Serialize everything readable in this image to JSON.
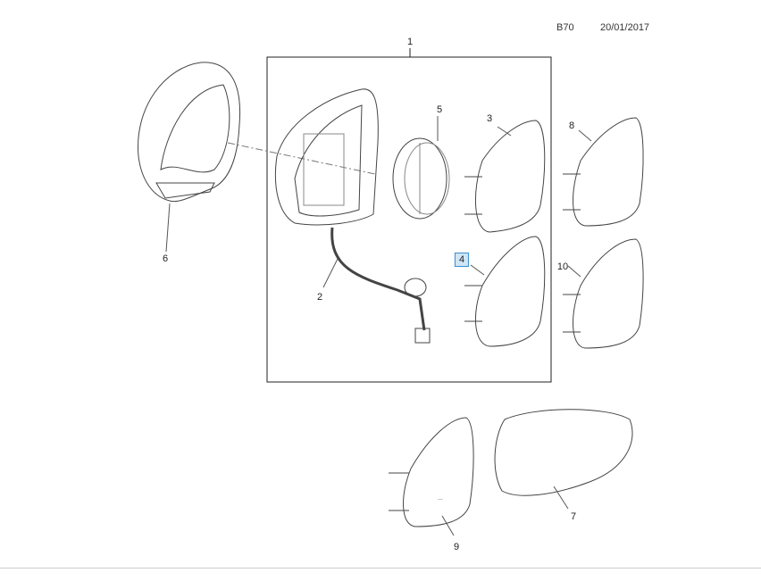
{
  "header": {
    "code": "B70",
    "date": "20/01/2017"
  },
  "callouts": [
    "1",
    "2",
    "3",
    "4",
    "5",
    "6",
    "7",
    "8",
    "9",
    "10"
  ],
  "highlighted_callout": "4",
  "colors": {
    "highlight_fill": "#cfe6f7",
    "highlight_border": "#3a8fd0"
  }
}
